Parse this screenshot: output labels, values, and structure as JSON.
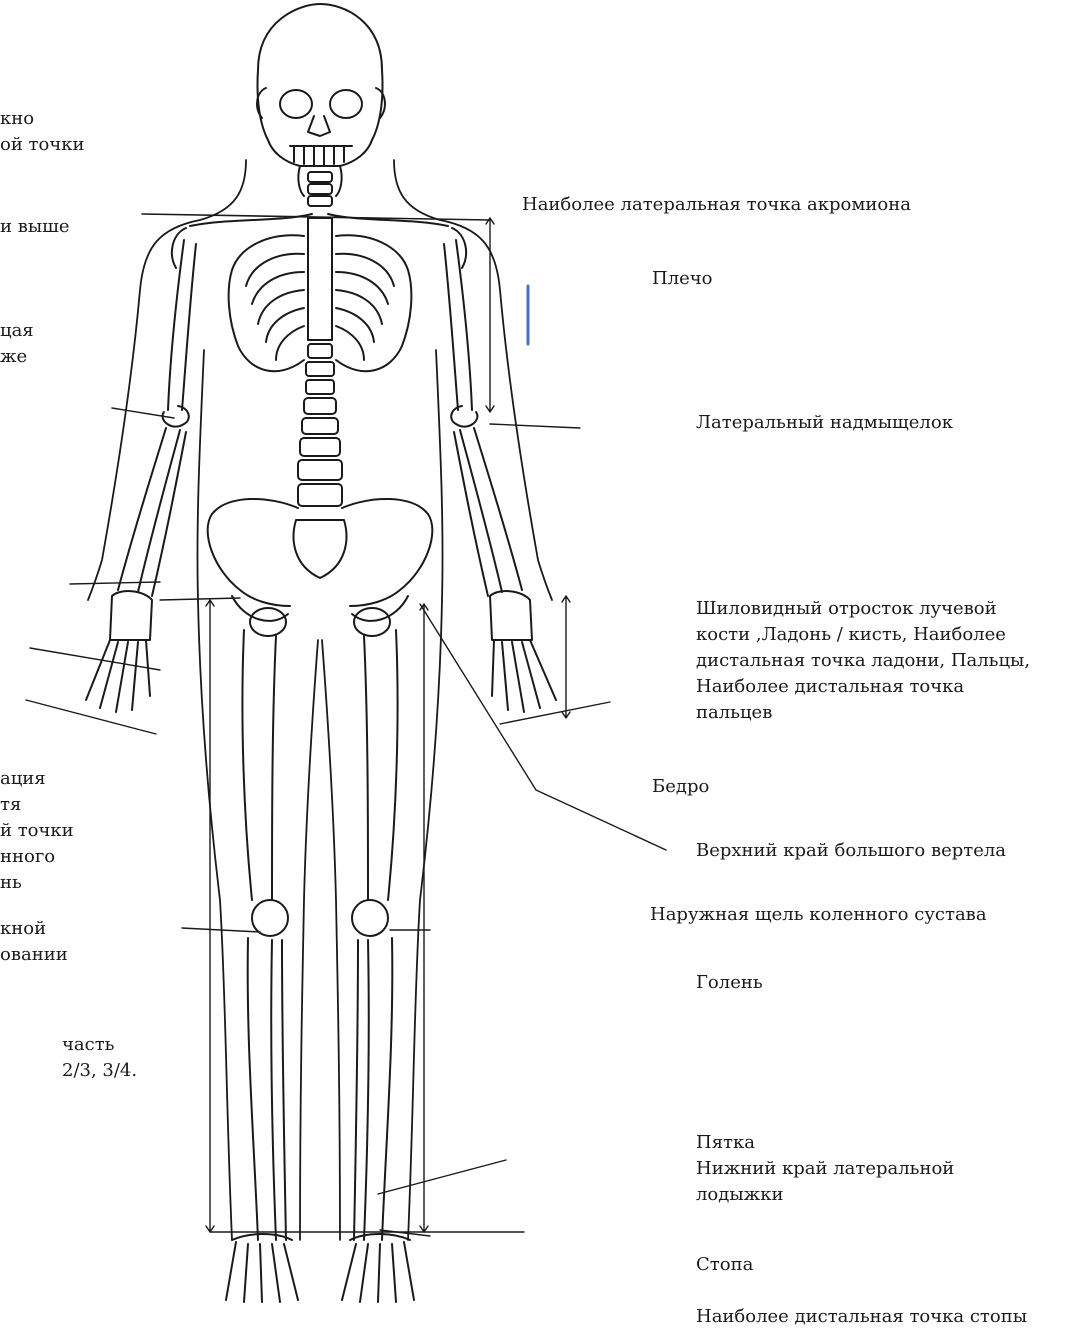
{
  "left_labels": {
    "l1": "кно\nой точки",
    "l2": "и выше",
    "l3": "цая\nже",
    "l4": "ация\nтя\nй точки\nнного\nнь",
    "l5": "кной\nовании",
    "l6": " часть\n 2/3, 3/4."
  },
  "right_labels": {
    "acromion": "Наиболее латеральная точка акромиона",
    "shoulder": "Плечо",
    "epicondyle": "Латеральный надмыщелок",
    "styloid": "Шиловидный отросток лучевой\nкости  ,Ладонь / кисть, Наиболее\nдистальная точка ладони, Пальцы,\nНаиболее дистальная точка\nпальцев",
    "thigh": "Бедро",
    "trochanter": "Верхний край большого вертела",
    "knee": "Наружная щель коленного сустава",
    "shin": "Голень",
    "heel": "Пятка\nНижний край латеральной\nлодыжки",
    "foot": "Стопа",
    "foot_tip": "Наиболее дистальная точка стопы"
  },
  "colors": {
    "text": "#1a1a1a",
    "line": "#1a1a1a",
    "accent_marker": "#4a6fc7"
  },
  "icons": [
    "skeleton-figure"
  ]
}
